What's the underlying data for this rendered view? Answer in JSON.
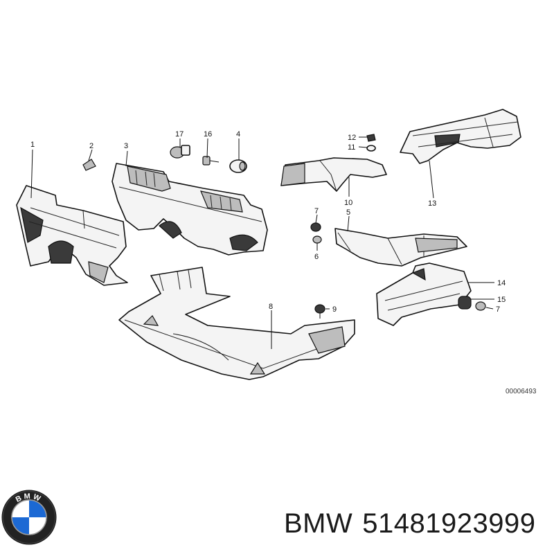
{
  "diagram": {
    "document_number": "00006493",
    "callouts": [
      {
        "id": "c1",
        "label": "1"
      },
      {
        "id": "c2",
        "label": "2"
      },
      {
        "id": "c3",
        "label": "3"
      },
      {
        "id": "c17",
        "label": "17"
      },
      {
        "id": "c16",
        "label": "16"
      },
      {
        "id": "c4",
        "label": "4"
      },
      {
        "id": "c12",
        "label": "12"
      },
      {
        "id": "c11",
        "label": "11"
      },
      {
        "id": "c10",
        "label": "10"
      },
      {
        "id": "c13",
        "label": "13"
      },
      {
        "id": "c7a",
        "label": "7"
      },
      {
        "id": "c5",
        "label": "5"
      },
      {
        "id": "c6",
        "label": "6"
      },
      {
        "id": "c8",
        "label": "8"
      },
      {
        "id": "c9",
        "label": "9"
      },
      {
        "id": "c14",
        "label": "14"
      },
      {
        "id": "c15",
        "label": "15"
      },
      {
        "id": "c7b",
        "label": "7"
      }
    ]
  },
  "footer": {
    "brand": "BMW",
    "part_number": "51481923999",
    "logo_text": "BMW",
    "logo_colors": {
      "blue": "#1c69d4",
      "white": "#ffffff",
      "ring": "#1a1a1a"
    }
  }
}
